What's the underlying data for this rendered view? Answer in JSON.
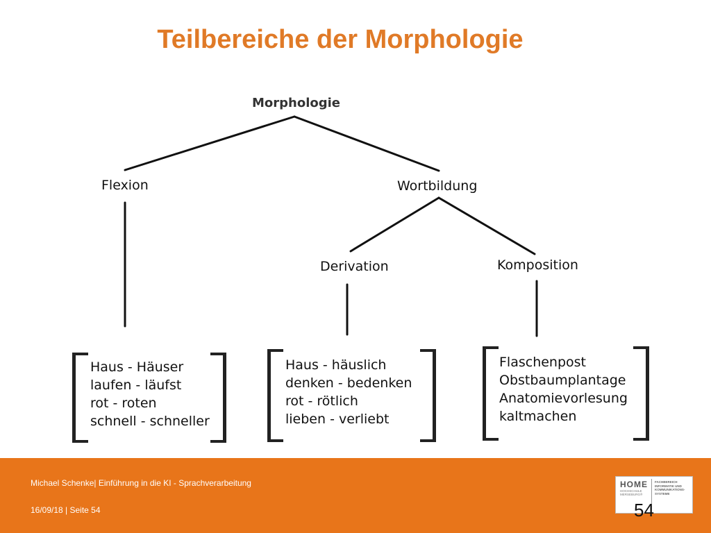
{
  "slide": {
    "title": "Teilbereiche der Morphologie"
  },
  "tree": {
    "root": "Morphologie",
    "flexion": "Flexion",
    "wortbildung": "Wortbildung",
    "derivation": "Derivation",
    "komposition": "Komposition"
  },
  "examples": {
    "flexion": [
      "Haus - Häuser",
      "laufen - läufst",
      "rot - roten",
      "schnell - schneller"
    ],
    "derivation": [
      "Haus - häuslich",
      "denken - bedenken",
      "rot - rötlich",
      "lieben - verliebt"
    ],
    "komposition": [
      "Flaschenpost",
      "Obstbaumplantage",
      "Anatomievorlesung",
      "kaltmachen"
    ]
  },
  "footer": {
    "author": "Michael Schenke| Einführung in die KI - Sprachverarbeitung",
    "date_page": "16/09/18 | Seite 54",
    "page_number": "54",
    "logo": {
      "wordmark": "HOME",
      "sub_lines": [
        "HOCHSCHULE",
        "MERSEBURG®"
      ],
      "right_lines": [
        "FACHBEREICH",
        "INFORMATIK UND",
        "KOMMUNIKATIONS-",
        "SYSTEME"
      ]
    }
  },
  "colors": {
    "accent": "#e07a27",
    "footer_bg": "#e8751a"
  }
}
